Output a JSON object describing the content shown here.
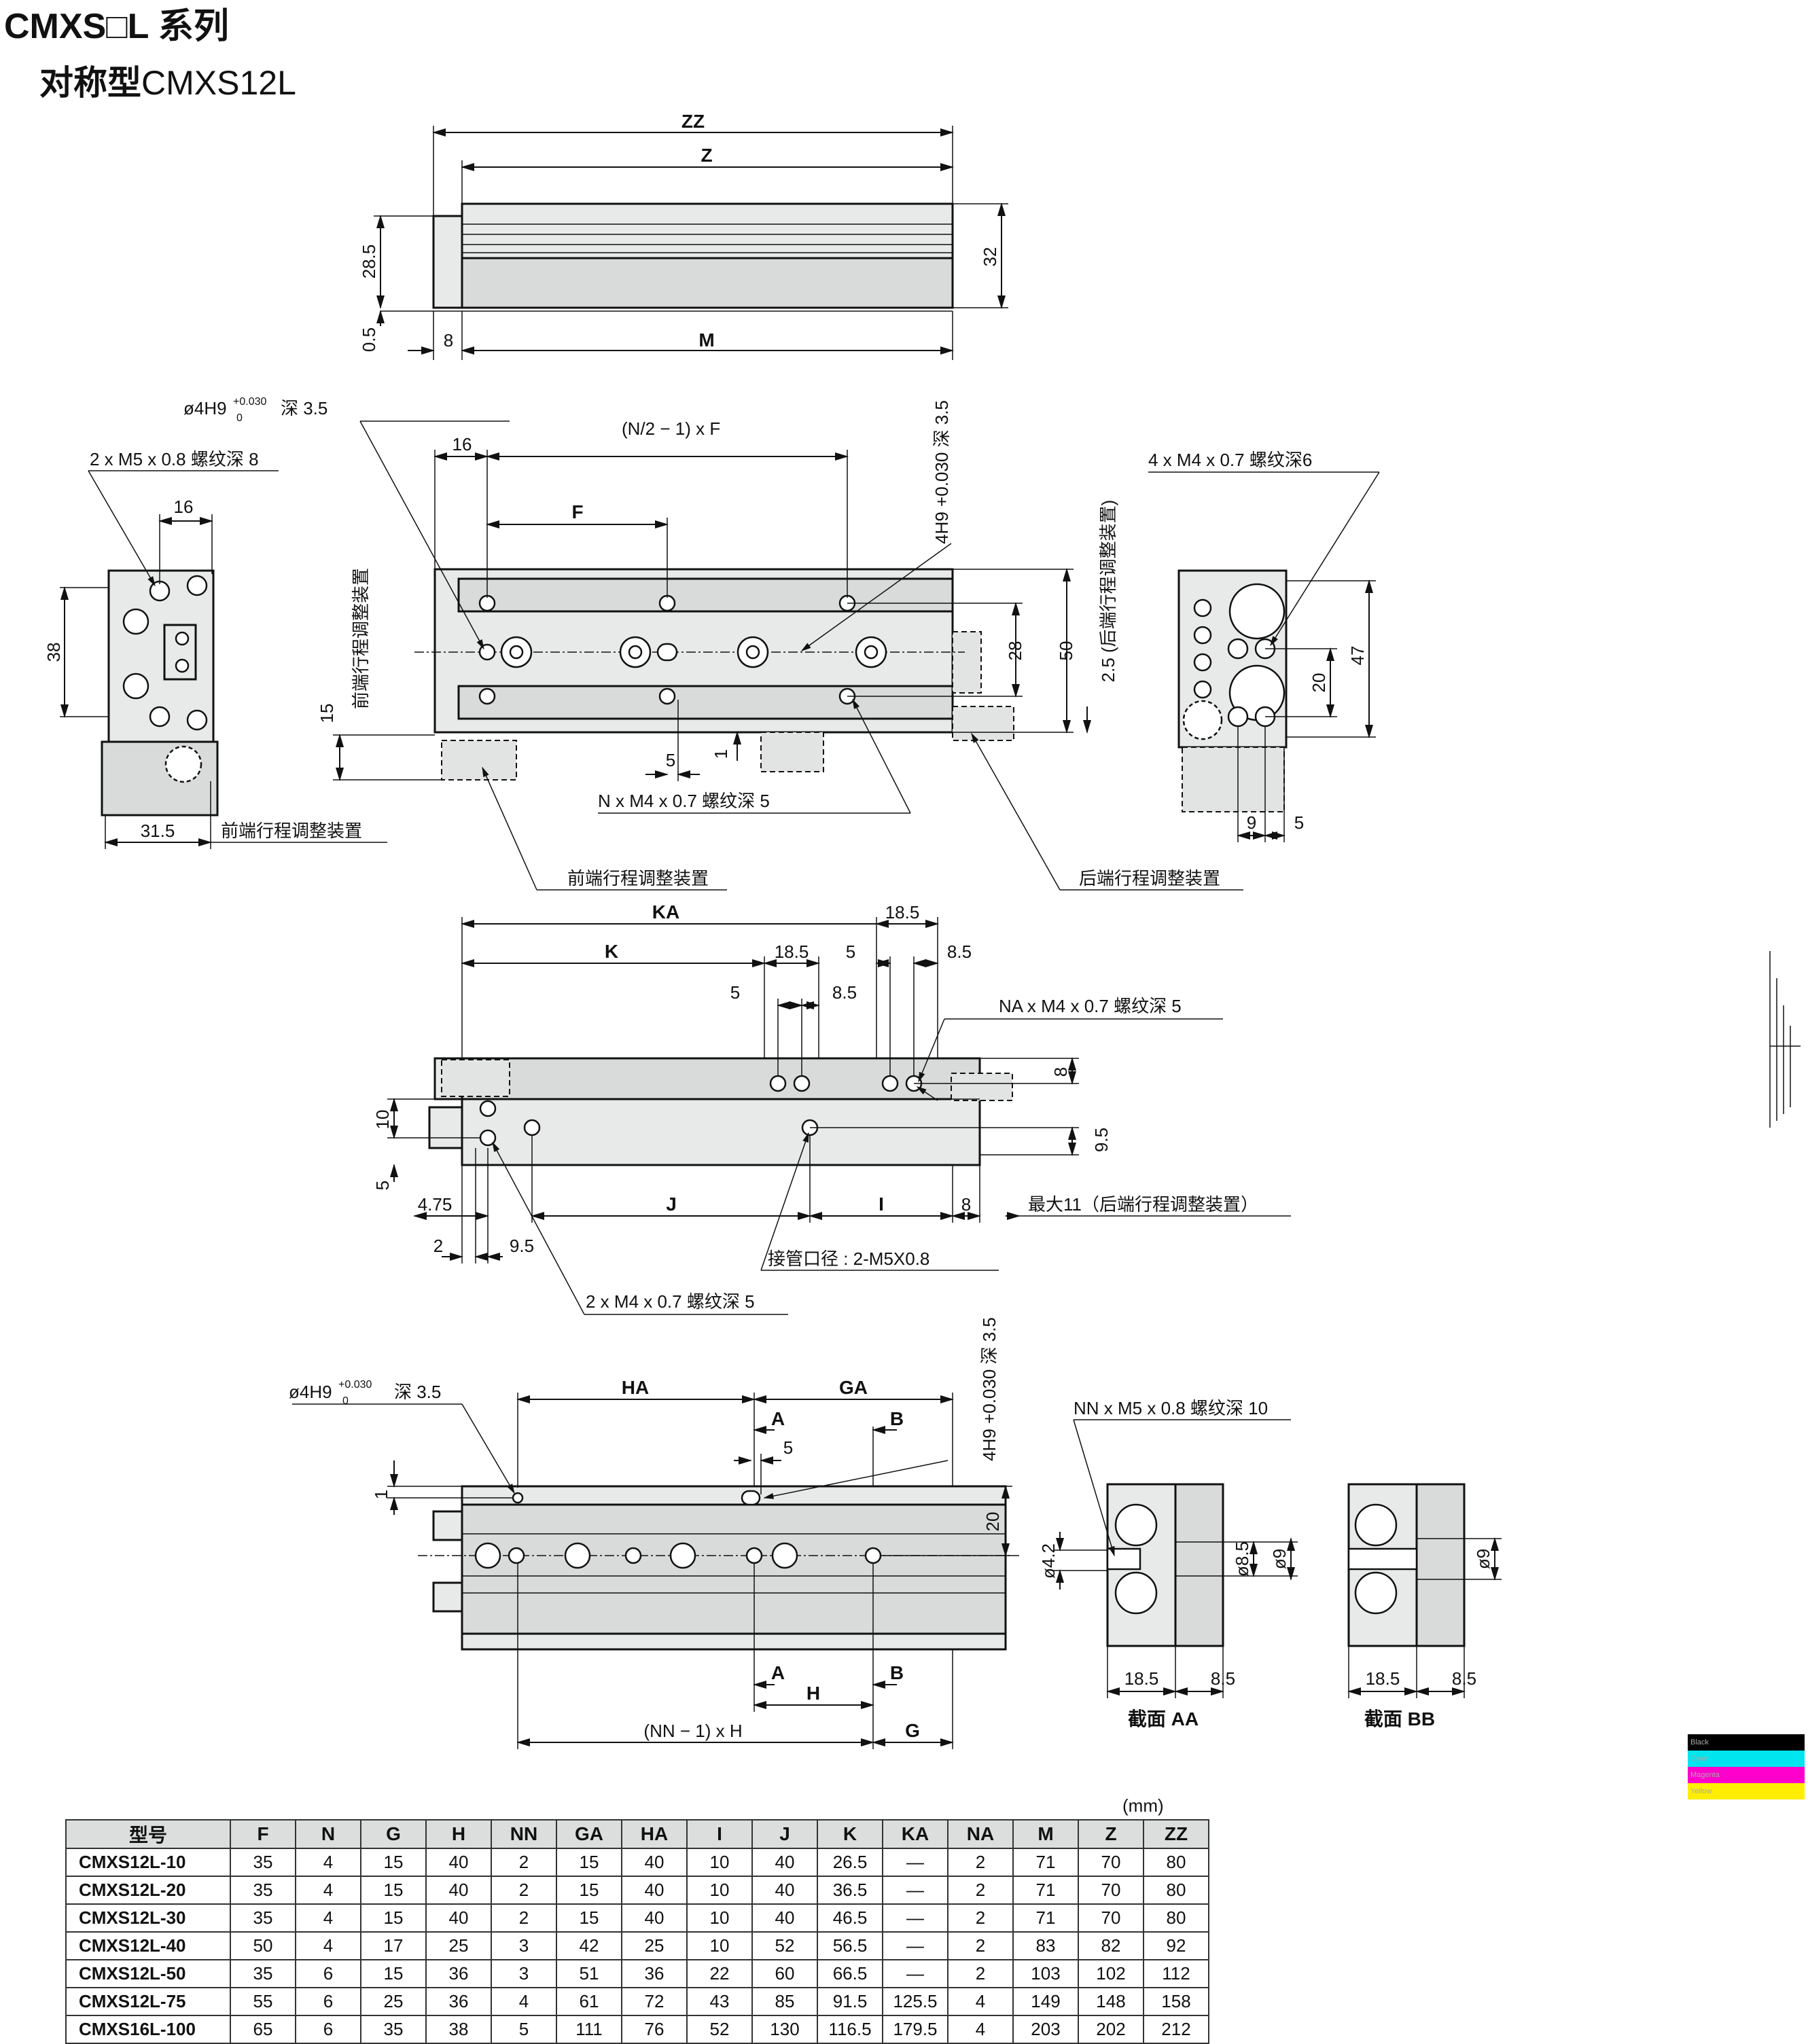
{
  "title": "CMXS□L 系列",
  "subtitle": {
    "type_label": "对称型",
    "model": "CMXS12L"
  },
  "unit": "(mm)",
  "dims": {
    "zz": "ZZ",
    "z": "Z",
    "m": "M",
    "d28_5": "28.5",
    "d0_5": "0.5",
    "d8": "8",
    "d32": "32",
    "hole_phi4": "ø4H9",
    "tol_plus": "+0.030",
    "tol_zero": "0",
    "depth_3_5": "深 3.5",
    "m5_thread": "2 x M5 x 0.8 螺纹深 8",
    "d16a": "16",
    "d16b": "16",
    "d38": "38",
    "nfactor": "(N/2 − 1) x F",
    "f": "F",
    "d15": "15",
    "d5": "5",
    "d1": "1",
    "n_thread": "N x M4 x 0.7  螺纹深  5",
    "front_adj": "前端行程调整装置",
    "rear_adj": "后端行程调整装置",
    "d28": "28",
    "d50": "50",
    "d2_5": "2.5 (后端行程调整装置)",
    "hole4h9_vert": "4H9 +0.030 深 3.5",
    "m4_thread6": "4 x M4 x 0.7 螺纹深6",
    "d47": "47",
    "d20": "20",
    "d9": "9",
    "d5b": "5",
    "d31_5": "31.5",
    "ka": "KA",
    "k": "K",
    "d18_5": "18.5",
    "d5c": "5",
    "d8_5": "8.5",
    "na_thread": "NA x M4 x 0.7 螺纹深  5",
    "d8b": "8",
    "d9_5": "9.5",
    "d10": "10",
    "d5d": "5",
    "d4_75": "4.75",
    "j": "J",
    "i": "I",
    "d8c": "8",
    "max11": "最大11（后端行程调整装置）",
    "d2": "2",
    "d9_5b": "9.5",
    "port": "接管口径 : 2-M5X0.8",
    "m4_thread5": "2 x M4 x 0.7  螺纹深 5",
    "ha": "HA",
    "ga": "GA",
    "a": "A",
    "b": "B",
    "h": "H",
    "g": "G",
    "nn_h": "(NN − 1) x H",
    "nn_thread": "NN x M5 x 0.8 螺纹深 10",
    "d20b": "20",
    "phi4_2": "ø4.2",
    "phi8_5": "ø8.5",
    "phi9": "ø9",
    "phi9b": "ø9",
    "d18_5b": "18.5",
    "d8_5b": "8.5",
    "d18_5c": "18.5",
    "d8_5c": "8.5",
    "section_aa": "截面 AA",
    "section_bb": "截面 BB"
  },
  "table": {
    "headers": [
      "型号",
      "F",
      "N",
      "G",
      "H",
      "NN",
      "GA",
      "HA",
      "I",
      "J",
      "K",
      "KA",
      "NA",
      "M",
      "Z",
      "ZZ"
    ],
    "rows": [
      [
        "CMXS12L-10",
        "35",
        "4",
        "15",
        "40",
        "2",
        "15",
        "40",
        "10",
        "40",
        "26.5",
        "—",
        "2",
        "71",
        "70",
        "80"
      ],
      [
        "CMXS12L-20",
        "35",
        "4",
        "15",
        "40",
        "2",
        "15",
        "40",
        "10",
        "40",
        "36.5",
        "—",
        "2",
        "71",
        "70",
        "80"
      ],
      [
        "CMXS12L-30",
        "35",
        "4",
        "15",
        "40",
        "2",
        "15",
        "40",
        "10",
        "40",
        "46.5",
        "—",
        "2",
        "71",
        "70",
        "80"
      ],
      [
        "CMXS12L-40",
        "50",
        "4",
        "17",
        "25",
        "3",
        "42",
        "25",
        "10",
        "52",
        "56.5",
        "—",
        "2",
        "83",
        "82",
        "92"
      ],
      [
        "CMXS12L-50",
        "35",
        "6",
        "15",
        "36",
        "3",
        "51",
        "36",
        "22",
        "60",
        "66.5",
        "—",
        "2",
        "103",
        "102",
        "112"
      ],
      [
        "CMXS12L-75",
        "55",
        "6",
        "25",
        "36",
        "4",
        "61",
        "72",
        "43",
        "85",
        "91.5",
        "125.5",
        "4",
        "149",
        "148",
        "158"
      ],
      [
        "CMXS16L-100",
        "65",
        "6",
        "35",
        "38",
        "5",
        "111",
        "76",
        "52",
        "130",
        "116.5",
        "179.5",
        "4",
        "203",
        "202",
        "212"
      ]
    ]
  },
  "colorbar": [
    "Black",
    "Cyan",
    "Magenta",
    "Yellow"
  ],
  "colors": {
    "black": "#000000",
    "cyan": "#00e5ee",
    "magenta": "#ff00cc",
    "yellow": "#ffee00",
    "part_fill": "#e8eaea"
  }
}
